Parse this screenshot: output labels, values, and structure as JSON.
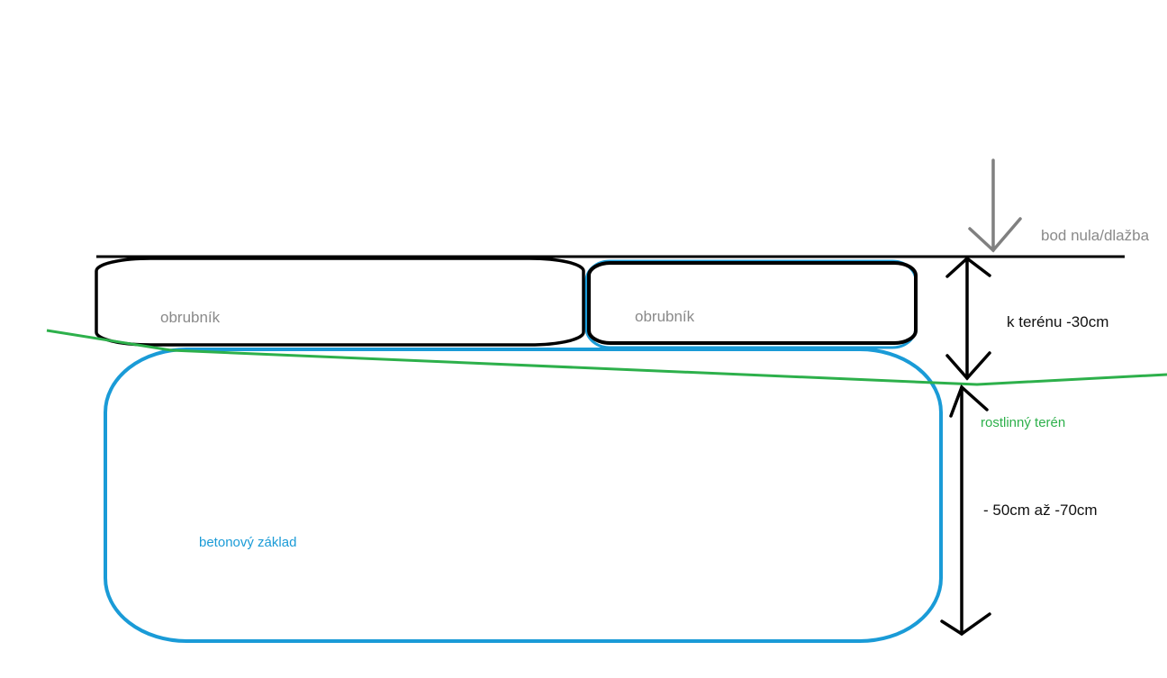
{
  "labels": {
    "zero_point": "bod nula/dlažba",
    "curb_left": "obrubník",
    "curb_right": "obrubník",
    "to_terrain": "k terénu -30cm",
    "plant_terrain": "rostlinný terén",
    "depth": "- 50cm až -70cm",
    "foundation": "betonový základ"
  },
  "colors": {
    "outline": "#000000",
    "foundation": "#1a9bd7",
    "terrain": "#2db04b",
    "arrow_gray": "#808080",
    "label_gray": "#8a8a8a"
  }
}
